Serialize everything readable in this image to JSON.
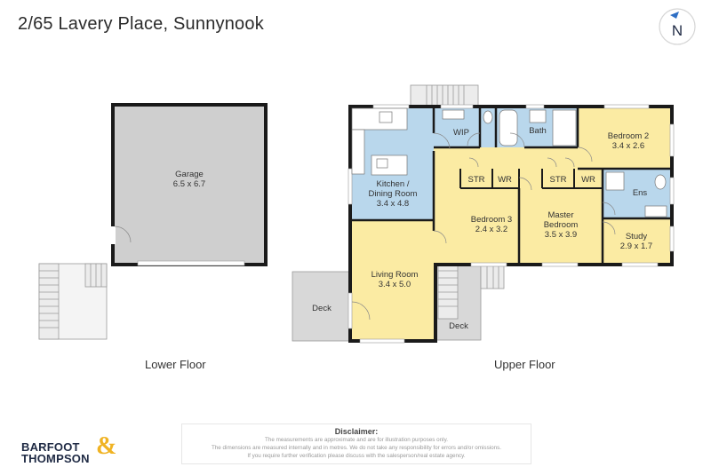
{
  "header": {
    "title": "2/65 Lavery Place, Sunnynook",
    "compass_letter": "N"
  },
  "colors": {
    "wall": "#1a1a1a",
    "garage": "#cfcfcf",
    "deck": "#d8d8d8",
    "wet": "#b9d7ec",
    "bedroom": "#fbeba3",
    "living": "#fbeba3"
  },
  "rooms": {
    "garage": {
      "name": "Garage",
      "dims": "6.5 x 6.7"
    },
    "kitchen": {
      "name_line1": "Kitchen /",
      "name_line2": "Dining Room",
      "dims": "3.4 x 4.8"
    },
    "living": {
      "name": "Living Room",
      "dims": "3.4 x 5.0"
    },
    "wip": {
      "name": "WIP"
    },
    "bath": {
      "name": "Bath"
    },
    "bedroom2": {
      "name": "Bedroom 2",
      "dims": "3.4 x 2.6"
    },
    "str1": {
      "name": "STR"
    },
    "wr1": {
      "name": "WR"
    },
    "str2": {
      "name": "STR"
    },
    "wr2": {
      "name": "WR"
    },
    "bedroom3": {
      "name": "Bedroom 3",
      "dims": "2.4 x 3.2"
    },
    "master": {
      "name_line1": "Master",
      "name_line2": "Bedroom",
      "dims": "3.5 x 3.9"
    },
    "ens": {
      "name": "Ens"
    },
    "study": {
      "name": "Study",
      "dims": "2.9 x 1.7"
    },
    "deck_left": {
      "name": "Deck"
    },
    "deck_right": {
      "name": "Deck"
    }
  },
  "floors": {
    "lower": "Lower Floor",
    "upper": "Upper Floor"
  },
  "disclaimer": {
    "title": "Disclaimer:",
    "line1": "The measurements are approximate and are for illustration purposes only.",
    "line2": "The dimensions are measured internally and in metres. We do not take any responsibility for errors and/or omissions.",
    "line3": "If you require further verification please discuss with the salesperson/real estate agency."
  },
  "logo": {
    "line1": "BARFOOT",
    "line2": "THOMPSON",
    "amp": "&"
  }
}
